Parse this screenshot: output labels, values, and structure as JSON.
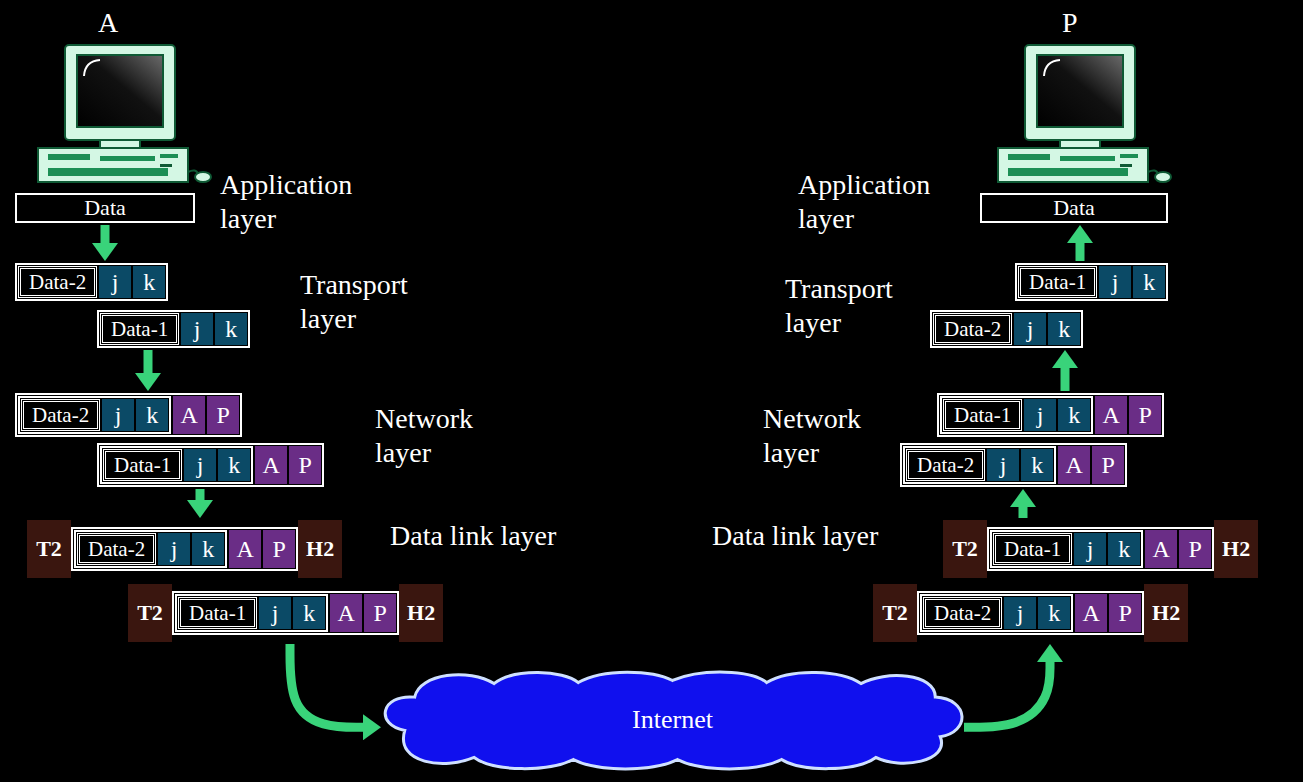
{
  "diagram": {
    "nodes": [
      {
        "text": [
          "Data"
        ]
      },
      {
        "text": []
      },
      {
        "text": [
          "Data-2"
        ],
        "in": 1
      },
      {
        "text": [
          "j"
        ],
        "in": 1
      },
      {
        "text": [
          "k"
        ],
        "in": 1
      },
      {
        "text": []
      },
      {
        "text": [
          "Data-1"
        ],
        "in": 5
      },
      {
        "text": [
          "j"
        ],
        "in": 5
      },
      {
        "text": [
          "k"
        ],
        "in": 5
      },
      {
        "text": []
      },
      {
        "text": [],
        "in": 9
      },
      {
        "text": [
          "Data-2"
        ],
        "in": 10
      },
      {
        "text": [
          "j"
        ],
        "in": 10
      },
      {
        "text": [
          "k"
        ],
        "in": 10
      },
      {
        "text": [
          "A"
        ],
        "in": 9
      },
      {
        "text": [
          "P"
        ],
        "in": 9
      },
      {
        "text": []
      },
      {
        "text": [],
        "in": 16
      },
      {
        "text": [
          "Data-1"
        ],
        "in": 17
      },
      {
        "text": [
          "j"
        ],
        "in": 17
      },
      {
        "text": [
          "k"
        ],
        "in": 17
      },
      {
        "text": [
          "A"
        ],
        "in": 16
      },
      {
        "text": [
          "P"
        ],
        "in": 16
      },
      {
        "text": []
      },
      {
        "text": [
          "T2"
        ],
        "in": 23
      },
      {
        "text": [],
        "in": 23
      },
      {
        "text": [],
        "in": 25
      },
      {
        "text": [
          "Data-2"
        ],
        "in": 26
      },
      {
        "text": [
          "j"
        ],
        "in": 26
      },
      {
        "text": [
          "k"
        ],
        "in": 26
      },
      {
        "text": [
          "A"
        ],
        "in": 25
      },
      {
        "text": [
          "P"
        ],
        "in": 25
      },
      {
        "text": [
          "H2"
        ],
        "in": 23
      },
      {
        "text": []
      },
      {
        "text": [
          "T2"
        ],
        "in": 33
      },
      {
        "text": [],
        "in": 33
      },
      {
        "text": [],
        "in": 35
      },
      {
        "text": [
          "Data-1"
        ],
        "in": 36
      },
      {
        "text": [
          "j"
        ],
        "in": 36
      },
      {
        "text": [
          "k"
        ],
        "in": 36
      },
      {
        "text": [
          "A"
        ],
        "in": 35
      },
      {
        "text": [
          "P"
        ],
        "in": 35
      },
      {
        "text": [
          "H2"
        ],
        "in": 33
      },
      {
        "text": [
          "Internet"
        ]
      },
      {
        "text": [
          "Data"
        ]
      },
      {
        "text": []
      },
      {
        "text": [
          "Data-1"
        ],
        "in": 45
      },
      {
        "text": [
          "j"
        ],
        "in": 45
      },
      {
        "text": [
          "k"
        ],
        "in": 45
      },
      {
        "text": []
      },
      {
        "text": [
          "Data-2"
        ],
        "in": 49
      },
      {
        "text": [
          "j"
        ],
        "in": 49
      },
      {
        "text": [
          "k"
        ],
        "in": 49
      },
      {
        "text": []
      },
      {
        "text": [],
        "in": 53
      },
      {
        "text": [
          "Data-1"
        ],
        "in": 54
      },
      {
        "text": [
          "j"
        ],
        "in": 54
      },
      {
        "text": [
          "k"
        ],
        "in": 54
      },
      {
        "text": [
          "A"
        ],
        "in": 53
      },
      {
        "text": [
          "P"
        ],
        "in": 53
      },
      {
        "text": []
      },
      {
        "text": [],
        "in": 60
      },
      {
        "text": [
          "Data-2"
        ],
        "in": 61
      },
      {
        "text": [
          "j"
        ],
        "in": 61
      },
      {
        "text": [
          "k"
        ],
        "in": 61
      },
      {
        "text": [
          "A"
        ],
        "in": 60
      },
      {
        "text": [
          "P"
        ],
        "in": 60
      },
      {
        "text": []
      },
      {
        "text": [
          "T2"
        ],
        "in": 67
      },
      {
        "text": [],
        "in": 67
      },
      {
        "text": [],
        "in": 69
      },
      {
        "text": [
          "Data-1"
        ],
        "in": 70
      },
      {
        "text": [
          "j"
        ],
        "in": 70
      },
      {
        "text": [
          "k"
        ],
        "in": 70
      },
      {
        "text": [
          "A"
        ],
        "in": 69
      },
      {
        "text": [
          "P"
        ],
        "in": 69
      },
      {
        "text": [
          "H2"
        ],
        "in": 67
      },
      {
        "text": []
      },
      {
        "text": [
          "T2"
        ],
        "in": 77
      },
      {
        "text": [],
        "in": 77
      },
      {
        "text": [],
        "in": 79
      },
      {
        "text": [
          "Data-2"
        ],
        "in": 80
      },
      {
        "text": [
          "j"
        ],
        "in": 80
      },
      {
        "text": [
          "k"
        ],
        "in": 80
      },
      {
        "text": [
          "A"
        ],
        "in": 79
      },
      {
        "text": [
          "P"
        ],
        "in": 79
      },
      {
        "text": [
          "H2"
        ],
        "in": 77
      }
    ],
    "edges": [
      {
        "from": 0,
        "to": 1,
        "arrow": "to"
      },
      {
        "from": 5,
        "to": 9,
        "arrow": "to"
      },
      {
        "from": 16,
        "to": 23,
        "arrow": "to"
      },
      {
        "from": 33,
        "to": 43,
        "arrow": "to"
      },
      {
        "from": 43,
        "to": 77,
        "arrow": "to"
      },
      {
        "from": 67,
        "to": 60,
        "arrow": "to"
      },
      {
        "from": 53,
        "to": 49,
        "arrow": "to"
      },
      {
        "from": 45,
        "to": 44,
        "arrow": "to"
      }
    ],
    "labels": [
      "A",
      "Application layer",
      "Transport layer",
      "Network layer",
      "Data link layer",
      "P",
      "Application layer",
      "Transport layer",
      "Network layer",
      "Data link layer"
    ]
  }
}
